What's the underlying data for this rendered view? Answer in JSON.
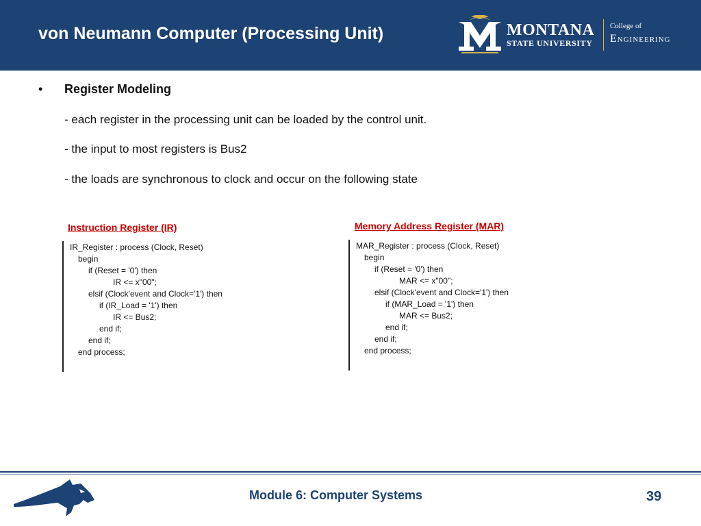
{
  "slide": {
    "title": "von Neumann Computer (Processing Unit)"
  },
  "logo": {
    "university_line1": "MONTANA",
    "university_line2": "STATE UNIVERSITY",
    "college_line1": "College of",
    "college_line2": "Engineering",
    "colors": {
      "gold": "#d9b24a",
      "navy": "#1d4274"
    }
  },
  "content": {
    "bullet": "•",
    "heading": "Register Modeling",
    "lines": [
      "- each register in the processing unit can be loaded by the control unit.",
      "- the input to most registers is Bus2",
      "- the loads are synchronous to clock and occur on the following state"
    ]
  },
  "ir_block": {
    "heading": "Instruction Register (IR)",
    "code": [
      "IR_Register : process (Clock, Reset)",
      "begin",
      "if (Reset = '0') then",
      "IR <= x\"00\";",
      "elsif (Clock'event and Clock='1') then",
      "if (IR_Load = '1') then",
      "IR <= Bus2;",
      "end if;",
      "end if;",
      "end process;"
    ]
  },
  "mar_block": {
    "heading": "Memory Address Register (MAR)",
    "code": [
      "MAR_Register : process (Clock, Reset)",
      "begin",
      "if (Reset = '0') then",
      "MAR <= x\"00\";",
      "elsif (Clock'event and Clock='1') then",
      "if (MAR_Load = '1') then",
      "MAR <= Bus2;",
      "end if;",
      "end if;",
      "end process;"
    ]
  },
  "footer": {
    "module": "Module 6: Computer Systems",
    "page": "39"
  },
  "colors": {
    "header_bg": "#1d4274",
    "code_heading": "#cc0000"
  }
}
